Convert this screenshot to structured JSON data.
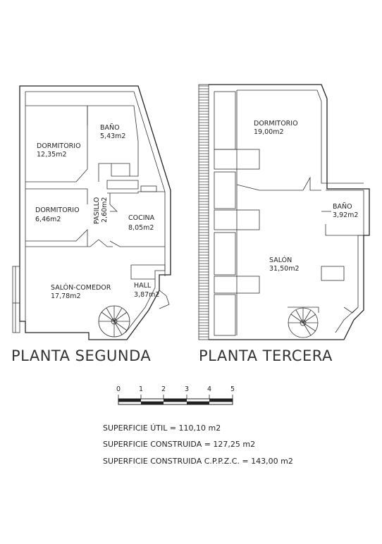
{
  "plans": [
    {
      "title": "PLANTA SEGUNDA",
      "rooms": [
        {
          "name": "DORMITORIO",
          "area": "12,35m2"
        },
        {
          "name": "BAÑO",
          "area": "5,43m2"
        },
        {
          "name": "DORMITORIO",
          "area": "6,46m2"
        },
        {
          "name": "PASILLO",
          "area": "2,60m2"
        },
        {
          "name": "COCINA",
          "area": "8,05m2"
        },
        {
          "name": "SALÓN-COMEDOR",
          "area": "17,78m2"
        },
        {
          "name": "HALL",
          "area": "3,87m2"
        }
      ]
    },
    {
      "title": "PLANTA TERCERA",
      "rooms": [
        {
          "name": "DORMITORIO",
          "area": "19,00m2"
        },
        {
          "name": "BAÑO",
          "area": "3,92m2"
        },
        {
          "name": "SALÓN",
          "area": "31,50m2"
        }
      ]
    }
  ],
  "scale_bar": {
    "ticks": [
      "0",
      "1",
      "2",
      "3",
      "4",
      "5"
    ]
  },
  "summary": [
    "SUPERFICIE ÚTIL = 110,10 m2",
    "SUPERFICIE CONSTRUIDA = 127,25 m2",
    "SUPERFICIE CONSTRUIDA C.P.P.Z.C. = 143,00 m2"
  ]
}
